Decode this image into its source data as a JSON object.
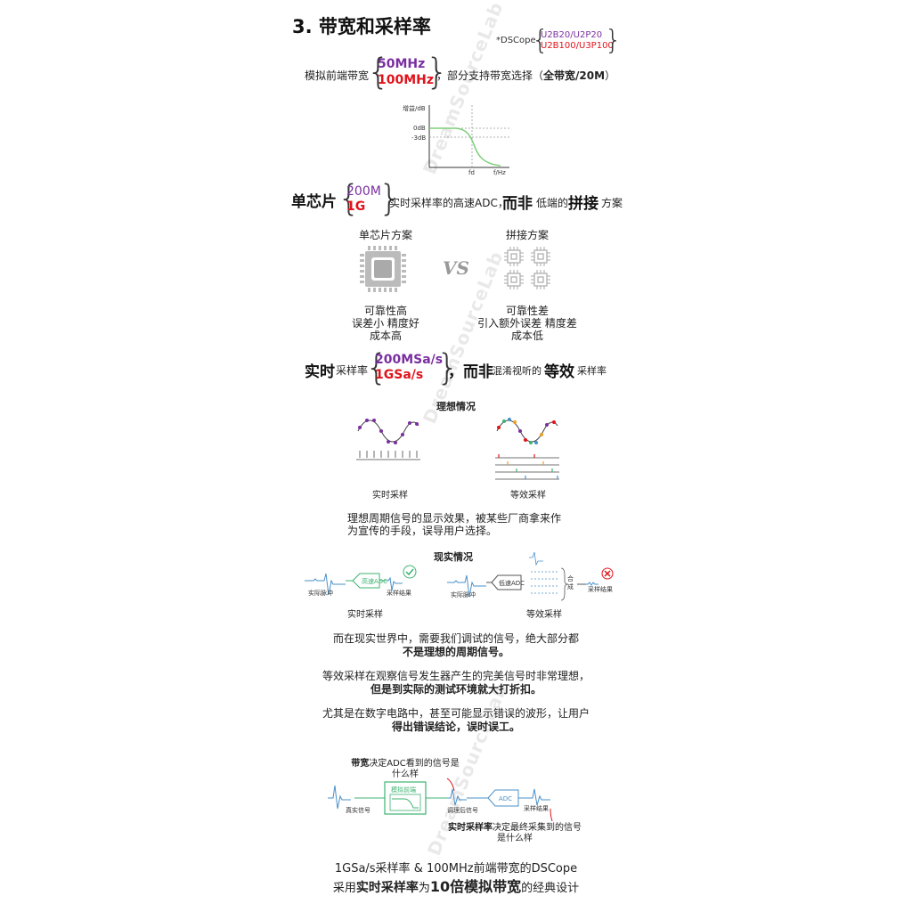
{
  "watermark": "DreamSourceLab",
  "section": {
    "title": "3. 带宽和采样率"
  },
  "models": {
    "prefix": "*DSCope",
    "purple": "U2B20/U2P20",
    "red": "U2B100/U3P100"
  },
  "analog_bw": {
    "label": "模拟前端带宽",
    "v1": "50MHz",
    "v2": "100MHz",
    "suffix_pre": "，部分支持带宽选择（",
    "suffix_bold": "全带宽/20M",
    "suffix_post": "）"
  },
  "bode": {
    "ylabel": "增益/dB",
    "y0": "0dB",
    "y3": "-3dB",
    "fd": "fd",
    "xlabel": "f/Hz"
  },
  "single_chip_line": {
    "lead": "单芯片",
    "v1": "200M",
    "v2": "1G",
    "mid": "实时采样率的高速ADC，",
    "not": "而非",
    "low": "低端的",
    "splice": "拼接",
    "tail": "方案"
  },
  "compare": {
    "left_title": "单芯片方案",
    "right_title": "拼接方案",
    "vs": "VS",
    "left_lines": [
      "可靠性高",
      "误差小 精度好",
      "成本高"
    ],
    "right_lines": [
      "可靠性差",
      "引入额外误差 精度差",
      "成本低"
    ]
  },
  "realtime_line": {
    "lead": "实时",
    "lead2": "采样率",
    "v1": "200MSa/s",
    "v2": "1GSa/s",
    "not": "，而非",
    "mix": "混淆视听的",
    "equiv": "等效",
    "tail": "采样率"
  },
  "ideal": {
    "title": "理想情况",
    "left_caption": "实时采样",
    "right_caption": "等效采样",
    "desc1": "理想周期信号的显示效果，被某些厂商拿来作",
    "desc2": "为宣传的手段，误导用户选择。"
  },
  "reality": {
    "title": "现实情况",
    "actual_pulse": "实际脉冲",
    "high_adc": "高速ADC",
    "low_adc": "低速ADC",
    "result": "采样结果",
    "synth": "合成",
    "left_caption": "实时采样",
    "right_caption": "等效采样"
  },
  "paragraphs": [
    {
      "normal": "而在现实世界中，需要我们调试的信号，绝大部分都",
      "bold": "不是理想的周期信号。"
    },
    {
      "normal": "等效采样在观察信号发生器产生的完美信号时非常理想，",
      "bold": "但是到实际的测试环境就大打折扣。"
    },
    {
      "normal": "尤其是在数字电路中，甚至可能显示错误的波形，让用户",
      "bold": "得出错误结论，误时误工。"
    }
  ],
  "chain": {
    "bw_note_bold": "带宽",
    "bw_note_rest": "决定ADC看到的信号是",
    "bw_note_line2": "什么样",
    "true_signal": "真实信号",
    "frontend": "模拟前端",
    "conditioned": "调理后信号",
    "adc": "ADC",
    "result": "采样结果",
    "sr_note_bold": "实时采样率",
    "sr_note_rest": "决定最终采集到的信号",
    "sr_note_line2": "是什么样"
  },
  "footer": {
    "line1": "1GSa/s采样率 & 100MHz前端带宽的DSCope",
    "line2_a": "采用",
    "line2_b": "实时采样率",
    "line2_c": "为",
    "line2_d": "10倍模拟带宽",
    "line2_e": "的经典设计"
  },
  "colors": {
    "purple": "#7a2fa0",
    "red": "#e0131b",
    "green": "#3cb371",
    "blue": "#4a90c8"
  }
}
